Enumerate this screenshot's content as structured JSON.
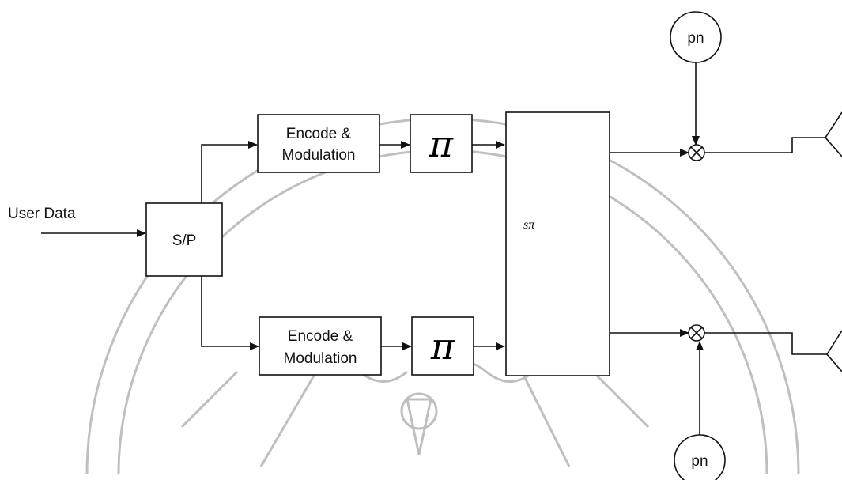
{
  "diagram": {
    "input_label": "User Data",
    "sp_label": "S/P",
    "encoder_top": [
      "Encode &",
      "Modulation"
    ],
    "encoder_bottom": [
      "Encode &",
      "Modulation"
    ],
    "interleaver_top": "π",
    "interleaver_bottom": "π",
    "super_interleaver": "sπ",
    "pn_top": "pn",
    "pn_bottom": "pn"
  },
  "colors": {
    "line": "#111111",
    "watermark": "#b9b9b9",
    "background": "#ffffff"
  }
}
